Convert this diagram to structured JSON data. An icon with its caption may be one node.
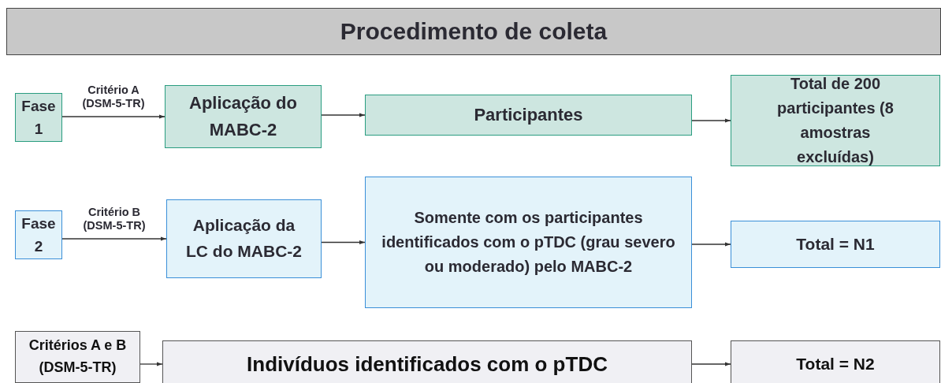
{
  "diagram": {
    "nodes": [
      {
        "text": [
          "Procedimento de coleta"
        ]
      },
      {
        "text": [
          "Fase 1"
        ]
      },
      {
        "text": [
          "Aplicação do MABC-2"
        ]
      },
      {
        "text": [
          "Participantes"
        ]
      },
      {
        "text": [
          "Total de **200** participantes (8 amostras excluídas)"
        ]
      },
      {
        "text": [
          "Fase 2"
        ]
      },
      {
        "text": [
          "Aplicação da LC do MABC-2"
        ]
      },
      {
        "text": [
          "Somente com os participantes identificados com o pTDC  (grau severo ou moderado) pelo MABC-2"
        ]
      },
      {
        "text": [
          "Total = N1"
        ]
      },
      {
        "text": [
          "Critérios A e B (DSM-5-TR)"
        ]
      },
      {
        "text": [
          "Indivíduos identificados com o pTDC"
        ]
      },
      {
        "text": [
          "Total = N2"
        ]
      }
    ],
    "edges": [
      {
        "from": 1,
        "to": 2,
        "arrow": "to",
        "label": "Critério A (DSM-5-TR)"
      },
      {
        "from": 2,
        "to": 3,
        "arrow": "to"
      },
      {
        "from": 3,
        "to": 4,
        "arrow": "to"
      },
      {
        "from": 5,
        "to": 6,
        "arrow": "to",
        "label": "Critério B (DSM-5-TR)"
      },
      {
        "from": 6,
        "to": 7,
        "arrow": "to"
      },
      {
        "from": 7,
        "to": 8,
        "arrow": "to"
      },
      {
        "from": 9,
        "to": 10,
        "arrow": "to"
      },
      {
        "from": 10,
        "to": 11,
        "arrow": "to"
      }
    ]
  }
}
